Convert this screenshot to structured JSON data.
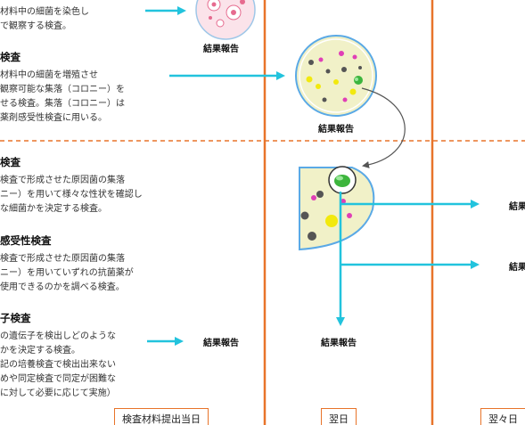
{
  "diagram": {
    "sections": [
      {
        "id": "stain",
        "heading": "",
        "lines": [
          "材料中の細菌を染色し",
          "で観察する検査。"
        ]
      },
      {
        "id": "culture",
        "heading": "検査",
        "lines": [
          "材料中の細菌を増殖させ",
          "観察可能な集落（コロニー）を",
          "せる検査。集落（コロニー）は",
          "薬剤感受性検査に用いる。"
        ]
      },
      {
        "id": "identification",
        "heading": "検査",
        "lines": [
          "検査で形成させた原因菌の集落",
          "ニー）を用いて様々な性状を確認し",
          "な細菌かを決定する検査。"
        ]
      },
      {
        "id": "susceptibility",
        "heading": "感受性検査",
        "lines": [
          "検査で形成させた原因菌の集落",
          "ニー）を用いていずれの抗菌薬が",
          "使用できるのかを調べる検査。"
        ]
      },
      {
        "id": "gene",
        "heading": "子検査",
        "lines": [
          "の遺伝子を検出しどのような",
          "かを決定する検査。",
          "記の培養検査で検出出来ない",
          "めや同定検査で同定が困難な",
          "に対して必要に応じて実施）"
        ]
      }
    ],
    "result_label": "結果報告",
    "days": [
      "検査材料提出当日",
      "翌日",
      "翌々日"
    ],
    "colors": {
      "arrow": "#22c3dd",
      "divider": "#e8742a",
      "dish_fill": "#f1f1c8",
      "dish_rim": "#5aa9e6"
    }
  }
}
